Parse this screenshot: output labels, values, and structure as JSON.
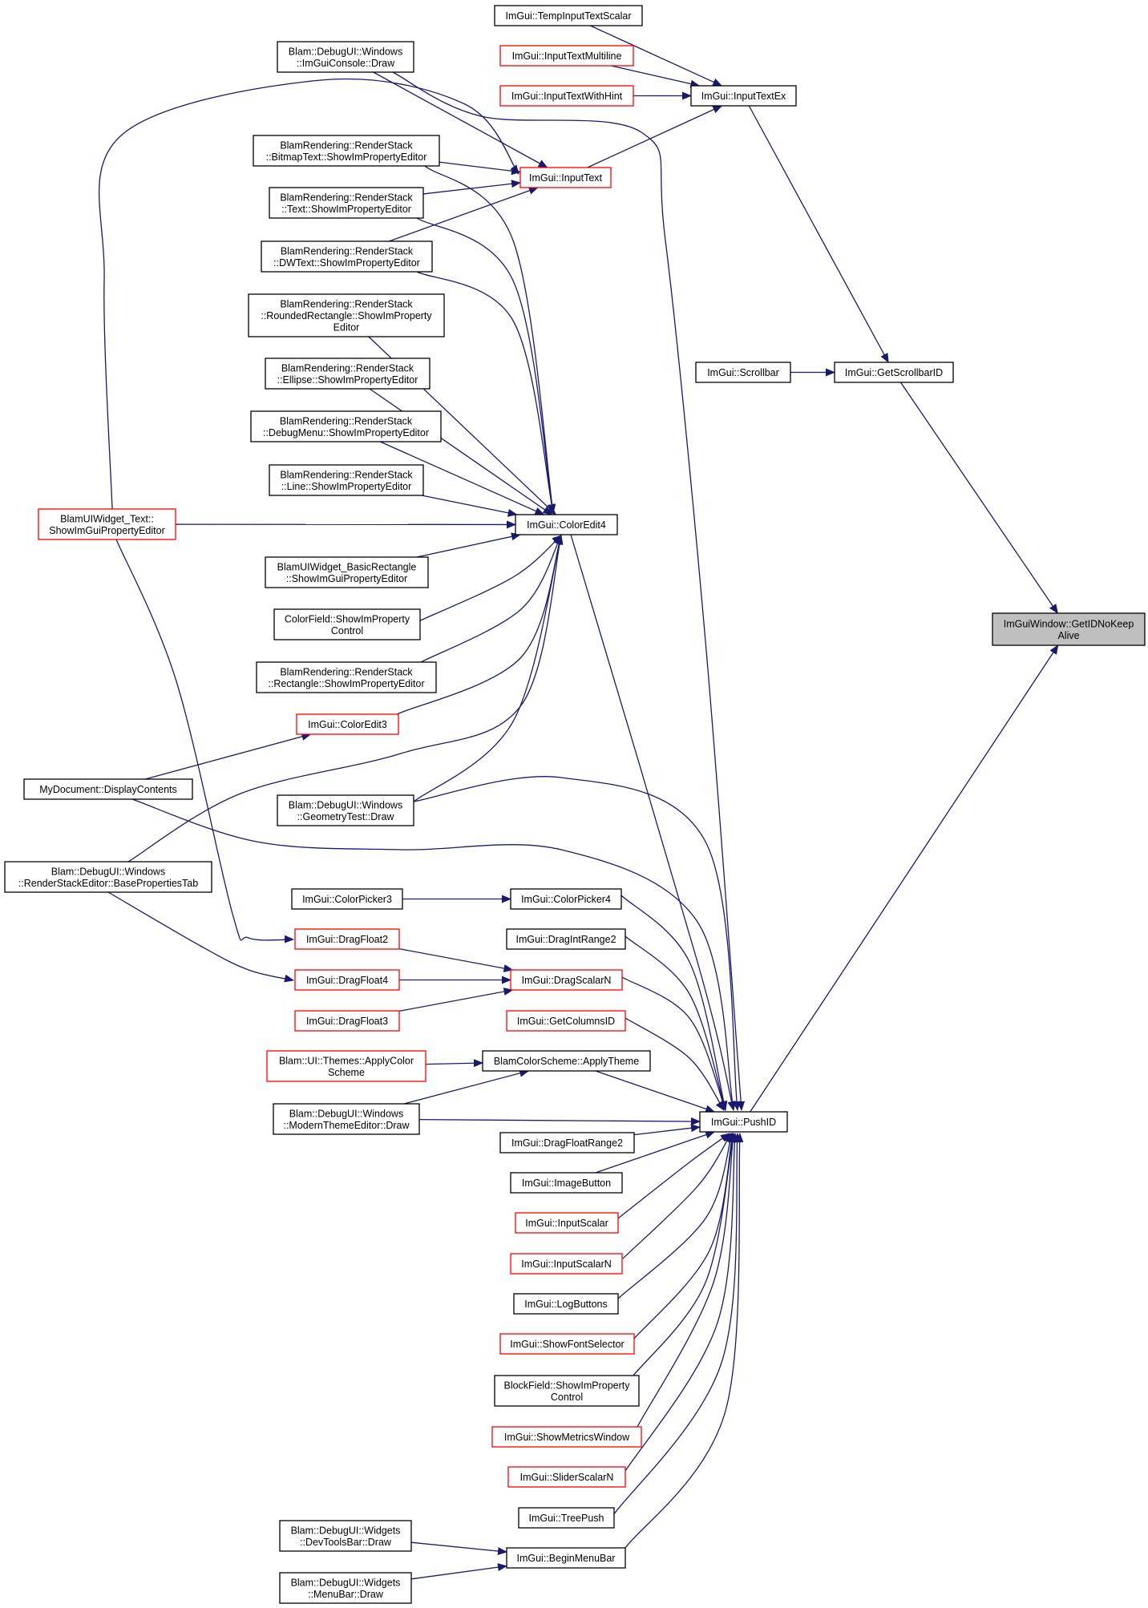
{
  "colors": {
    "edge": "#191970",
    "normal_border": "#000000",
    "truncated_border": "#ff0000",
    "focus_fill": "#bfbfbf"
  },
  "nodes": [
    {
      "id": "focus",
      "lines": [
        "ImGuiWindow::GetIDNoKeep",
        "Alive"
      ],
      "kind": "focus"
    },
    {
      "id": "temp_input",
      "lines": [
        "ImGui::TempInputTextScalar"
      ],
      "kind": "normal"
    },
    {
      "id": "input_multi",
      "lines": [
        "ImGui::InputTextMultiline"
      ],
      "kind": "trunc"
    },
    {
      "id": "input_hint",
      "lines": [
        "ImGui::InputTextWithHint"
      ],
      "kind": "trunc"
    },
    {
      "id": "input_ex",
      "lines": [
        "ImGui::InputTextEx"
      ],
      "kind": "normal"
    },
    {
      "id": "console_draw",
      "lines": [
        "Blam::DebugUI::Windows",
        "::ImGuiConsole::Draw"
      ],
      "kind": "normal"
    },
    {
      "id": "bitmap_text",
      "lines": [
        "BlamRendering::RenderStack",
        "::BitmapText::ShowImPropertyEditor"
      ],
      "kind": "normal"
    },
    {
      "id": "input_text",
      "lines": [
        "ImGui::InputText"
      ],
      "kind": "trunc"
    },
    {
      "id": "text_editor",
      "lines": [
        "BlamRendering::RenderStack",
        "::Text::ShowImPropertyEditor"
      ],
      "kind": "normal"
    },
    {
      "id": "dwtext",
      "lines": [
        "BlamRendering::RenderStack",
        "::DWText::ShowImPropertyEditor"
      ],
      "kind": "normal"
    },
    {
      "id": "rounded_rect",
      "lines": [
        "BlamRendering::RenderStack",
        "::RoundedRectangle::ShowImProperty",
        "Editor"
      ],
      "kind": "normal"
    },
    {
      "id": "ellipse",
      "lines": [
        "BlamRendering::RenderStack",
        "::Ellipse::ShowImPropertyEditor"
      ],
      "kind": "normal"
    },
    {
      "id": "debug_menu",
      "lines": [
        "BlamRendering::RenderStack",
        "::DebugMenu::ShowImPropertyEditor"
      ],
      "kind": "normal"
    },
    {
      "id": "line",
      "lines": [
        "BlamRendering::RenderStack",
        "::Line::ShowImPropertyEditor"
      ],
      "kind": "normal"
    },
    {
      "id": "scrollbar",
      "lines": [
        "ImGui::Scrollbar"
      ],
      "kind": "normal"
    },
    {
      "id": "get_scrollbar_id",
      "lines": [
        "ImGui::GetScrollbarID"
      ],
      "kind": "normal"
    },
    {
      "id": "ui_widget_text",
      "lines": [
        "BlamUIWidget_Text::",
        "ShowImGuiPropertyEditor"
      ],
      "kind": "trunc"
    },
    {
      "id": "color_edit4",
      "lines": [
        "ImGui::ColorEdit4"
      ],
      "kind": "normal"
    },
    {
      "id": "basic_rect",
      "lines": [
        "BlamUIWidget_BasicRectangle",
        "::ShowImGuiPropertyEditor"
      ],
      "kind": "normal"
    },
    {
      "id": "color_field",
      "lines": [
        "ColorField::ShowImProperty",
        "Control"
      ],
      "kind": "normal"
    },
    {
      "id": "rect_editor",
      "lines": [
        "BlamRendering::RenderStack",
        "::Rectangle::ShowImPropertyEditor"
      ],
      "kind": "normal"
    },
    {
      "id": "color_edit3",
      "lines": [
        "ImGui::ColorEdit3"
      ],
      "kind": "trunc"
    },
    {
      "id": "my_document",
      "lines": [
        "MyDocument::DisplayContents"
      ],
      "kind": "normal"
    },
    {
      "id": "geometry_test",
      "lines": [
        "Blam::DebugUI::Windows",
        "::GeometryTest::Draw"
      ],
      "kind": "normal"
    },
    {
      "id": "render_stack_editor",
      "lines": [
        "Blam::DebugUI::Windows",
        "::RenderStackEditor::BasePropertiesTab"
      ],
      "kind": "normal"
    },
    {
      "id": "color_picker3",
      "lines": [
        "ImGui::ColorPicker3"
      ],
      "kind": "normal"
    },
    {
      "id": "color_picker4",
      "lines": [
        "ImGui::ColorPicker4"
      ],
      "kind": "normal"
    },
    {
      "id": "drag_int_range2",
      "lines": [
        "ImGui::DragIntRange2"
      ],
      "kind": "normal"
    },
    {
      "id": "drag_float2",
      "lines": [
        "ImGui::DragFloat2"
      ],
      "kind": "trunc"
    },
    {
      "id": "drag_scalar_n",
      "lines": [
        "ImGui::DragScalarN"
      ],
      "kind": "trunc"
    },
    {
      "id": "drag_float4",
      "lines": [
        "ImGui::DragFloat4"
      ],
      "kind": "trunc"
    },
    {
      "id": "drag_float3",
      "lines": [
        "ImGui::DragFloat3"
      ],
      "kind": "trunc"
    },
    {
      "id": "get_columns_id",
      "lines": [
        "ImGui::GetColumnsID"
      ],
      "kind": "trunc"
    },
    {
      "id": "apply_color_scheme",
      "lines": [
        "Blam::UI::Themes::ApplyColor",
        "Scheme"
      ],
      "kind": "trunc"
    },
    {
      "id": "apply_theme",
      "lines": [
        "BlamColorScheme::ApplyTheme"
      ],
      "kind": "normal"
    },
    {
      "id": "modern_theme",
      "lines": [
        "Blam::DebugUI::Windows",
        "::ModernThemeEditor::Draw"
      ],
      "kind": "normal"
    },
    {
      "id": "push_id",
      "lines": [
        "ImGui::PushID"
      ],
      "kind": "normal"
    },
    {
      "id": "drag_float_range2",
      "lines": [
        "ImGui::DragFloatRange2"
      ],
      "kind": "normal"
    },
    {
      "id": "image_button",
      "lines": [
        "ImGui::ImageButton"
      ],
      "kind": "normal"
    },
    {
      "id": "input_scalar",
      "lines": [
        "ImGui::InputScalar"
      ],
      "kind": "trunc"
    },
    {
      "id": "input_scalar_n",
      "lines": [
        "ImGui::InputScalarN"
      ],
      "kind": "trunc"
    },
    {
      "id": "log_buttons",
      "lines": [
        "ImGui::LogButtons"
      ],
      "kind": "normal"
    },
    {
      "id": "show_font_selector",
      "lines": [
        "ImGui::ShowFontSelector"
      ],
      "kind": "trunc"
    },
    {
      "id": "block_field",
      "lines": [
        "BlockField::ShowImProperty",
        "Control"
      ],
      "kind": "normal"
    },
    {
      "id": "show_metrics",
      "lines": [
        "ImGui::ShowMetricsWindow"
      ],
      "kind": "trunc"
    },
    {
      "id": "slider_scalar_n",
      "lines": [
        "ImGui::SliderScalarN"
      ],
      "kind": "trunc"
    },
    {
      "id": "tree_push",
      "lines": [
        "ImGui::TreePush"
      ],
      "kind": "normal"
    },
    {
      "id": "devtools_bar",
      "lines": [
        "Blam::DebugUI::Widgets",
        "::DevToolsBar::Draw"
      ],
      "kind": "normal"
    },
    {
      "id": "begin_menu_bar",
      "lines": [
        "ImGui::BeginMenuBar"
      ],
      "kind": "normal"
    },
    {
      "id": "menu_bar",
      "lines": [
        "Blam::DebugUI::Widgets",
        "::MenuBar::Draw"
      ],
      "kind": "normal"
    }
  ],
  "edges": [
    {
      "from": "temp_input",
      "to": "input_ex"
    },
    {
      "from": "input_multi",
      "to": "input_ex"
    },
    {
      "from": "input_hint",
      "to": "input_ex"
    },
    {
      "from": "input_text",
      "to": "input_ex"
    },
    {
      "from": "input_ex",
      "to": "get_scrollbar_id"
    },
    {
      "from": "scrollbar",
      "to": "get_scrollbar_id"
    },
    {
      "from": "get_scrollbar_id",
      "to": "focus"
    },
    {
      "from": "push_id",
      "to": "focus"
    },
    {
      "from": "console_draw",
      "to": "input_text"
    },
    {
      "from": "console_draw",
      "to": "push_id"
    },
    {
      "from": "bitmap_text",
      "to": "input_text"
    },
    {
      "from": "bitmap_text",
      "to": "color_edit4"
    },
    {
      "from": "text_editor",
      "to": "input_text"
    },
    {
      "from": "text_editor",
      "to": "color_edit4"
    },
    {
      "from": "dwtext",
      "to": "input_text"
    },
    {
      "from": "dwtext",
      "to": "color_edit4"
    },
    {
      "from": "rounded_rect",
      "to": "color_edit4"
    },
    {
      "from": "ellipse",
      "to": "color_edit4"
    },
    {
      "from": "debug_menu",
      "to": "color_edit4"
    },
    {
      "from": "line",
      "to": "color_edit4"
    },
    {
      "from": "ui_widget_text",
      "to": "input_text"
    },
    {
      "from": "ui_widget_text",
      "to": "color_edit4"
    },
    {
      "from": "ui_widget_text",
      "to": "drag_float2"
    },
    {
      "from": "basic_rect",
      "to": "color_edit4"
    },
    {
      "from": "color_field",
      "to": "color_edit4"
    },
    {
      "from": "rect_editor",
      "to": "color_edit4"
    },
    {
      "from": "color_edit3",
      "to": "color_edit4"
    },
    {
      "from": "geometry_test",
      "to": "color_edit4"
    },
    {
      "from": "geometry_test",
      "to": "push_id"
    },
    {
      "from": "render_stack_editor",
      "to": "color_edit4"
    },
    {
      "from": "render_stack_editor",
      "to": "drag_float4"
    },
    {
      "from": "my_document",
      "to": "color_edit3"
    },
    {
      "from": "my_document",
      "to": "push_id"
    },
    {
      "from": "color_edit4",
      "to": "push_id"
    },
    {
      "from": "color_picker3",
      "to": "color_picker4"
    },
    {
      "from": "color_picker4",
      "to": "push_id"
    },
    {
      "from": "drag_int_range2",
      "to": "push_id"
    },
    {
      "from": "drag_float2",
      "to": "drag_scalar_n"
    },
    {
      "from": "drag_float4",
      "to": "drag_scalar_n"
    },
    {
      "from": "drag_float3",
      "to": "drag_scalar_n"
    },
    {
      "from": "drag_scalar_n",
      "to": "push_id"
    },
    {
      "from": "get_columns_id",
      "to": "push_id"
    },
    {
      "from": "apply_color_scheme",
      "to": "apply_theme"
    },
    {
      "from": "modern_theme",
      "to": "apply_theme"
    },
    {
      "from": "modern_theme",
      "to": "push_id"
    },
    {
      "from": "apply_theme",
      "to": "push_id"
    },
    {
      "from": "drag_float_range2",
      "to": "push_id"
    },
    {
      "from": "image_button",
      "to": "push_id"
    },
    {
      "from": "input_scalar",
      "to": "push_id"
    },
    {
      "from": "input_scalar_n",
      "to": "push_id"
    },
    {
      "from": "log_buttons",
      "to": "push_id"
    },
    {
      "from": "show_font_selector",
      "to": "push_id"
    },
    {
      "from": "block_field",
      "to": "push_id"
    },
    {
      "from": "show_metrics",
      "to": "push_id"
    },
    {
      "from": "slider_scalar_n",
      "to": "push_id"
    },
    {
      "from": "tree_push",
      "to": "push_id"
    },
    {
      "from": "begin_menu_bar",
      "to": "push_id"
    },
    {
      "from": "devtools_bar",
      "to": "begin_menu_bar"
    },
    {
      "from": "menu_bar",
      "to": "begin_menu_bar"
    }
  ]
}
